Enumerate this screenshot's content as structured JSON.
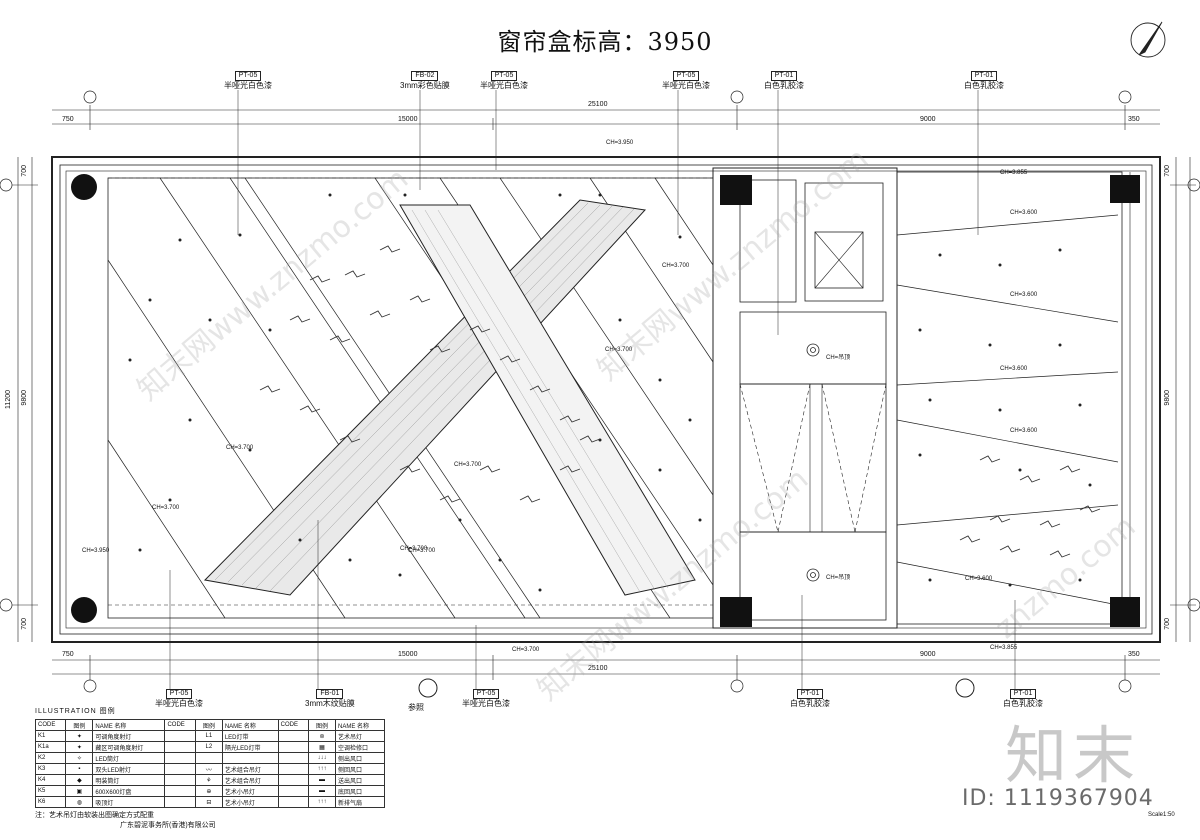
{
  "title": "窗帘盒标高：3950",
  "tags_top": [
    {
      "code": "PT-05",
      "text": "半哑光白色漆"
    },
    {
      "code": "FB-02",
      "text": "3mm彩色贴膜"
    },
    {
      "code": "PT-05",
      "text": "半哑光白色漆"
    },
    {
      "code": "PT-05",
      "text": "半哑光白色漆"
    },
    {
      "code": "PT-01",
      "text": "白色乳胶漆"
    },
    {
      "code": "PT-01",
      "text": "白色乳胶漆"
    }
  ],
  "tags_bottom": [
    {
      "code": "PT-05",
      "text": "半哑光白色漆"
    },
    {
      "code": "FB-01",
      "text": "3mm木纹贴膜"
    },
    {
      "code": "PT-05",
      "text": "半哑光白色漆"
    },
    {
      "code": "PT-01",
      "text": "白色乳胶漆"
    },
    {
      "code": "PT-01",
      "text": "白色乳胶漆"
    }
  ],
  "dims_top": {
    "d1": "750",
    "d2": "15000",
    "d3": "9000",
    "d4": "350",
    "total": "25100"
  },
  "dims_bottom": {
    "d1": "750",
    "d2": "15000",
    "d3": "9000",
    "d4": "350",
    "total": "25100"
  },
  "dims_left": {
    "d1": "700",
    "d2": "9800",
    "d3": "700",
    "total": "11200"
  },
  "dims_right": {
    "d1": "700",
    "d2": "9800",
    "d3": "700"
  },
  "elevations": {
    "e1": "CH=3.950",
    "e2": "CH=3.700",
    "e3": "CH=3.700",
    "e4": "CH=3.700",
    "e5": "CH=3.700",
    "e6": "CH=3.700",
    "e7": "CH=3.950",
    "e8": "CH=3.700",
    "e9": "CH=3.855",
    "e10": "CH=3.600",
    "e11": "CH=3.600",
    "e12": "CH=3.600",
    "e13": "CH=3.600",
    "e14": "CH=3.600",
    "e15": "CH=3.855",
    "e16": "CH=3.700",
    "e17": "CH=吊顶",
    "e18": "CH=吊顶",
    "e19": "CH=3.700"
  },
  "ref_label": "参照",
  "legend": {
    "heading": "ILLUSTRATION  图例",
    "headers": [
      "CODE",
      "图例",
      "NAME 名称",
      "CODE",
      "图例",
      "NAME 名称",
      "CODE",
      "图例",
      "NAME 名称"
    ],
    "col1": [
      "K1",
      "K1a",
      "K2",
      "K3",
      "K4",
      "K5",
      "K6"
    ],
    "col1_names": [
      "可调角度射灯",
      "藏区可调角度射灯",
      "LED筒灯",
      "双头LED射灯",
      "明装筒灯",
      "600X600灯盘",
      "吸顶灯"
    ],
    "col2_names": [
      "LED灯带",
      "隔光LED灯带",
      "",
      "艺术组合吊灯",
      "艺术组合吊灯",
      "艺术小吊灯",
      "艺术小吊灯"
    ],
    "col2_lines": [
      "L1",
      "L2"
    ],
    "col3_names": [
      "艺术吊灯",
      "空调检修口",
      "侧出风口",
      "侧回风口",
      "送出风口",
      "底回风口",
      "新排气扇"
    ],
    "note": "注：艺术吊灯由软装出图确定方式配重",
    "company": "广东碧泥事务所(香港)有限公司"
  },
  "logo": "知末",
  "id_text": "ID: 1119367904",
  "scale": "Scale1:50",
  "watermarks": [
    "znzmo.com",
    "知末网www.znzmo.com"
  ]
}
